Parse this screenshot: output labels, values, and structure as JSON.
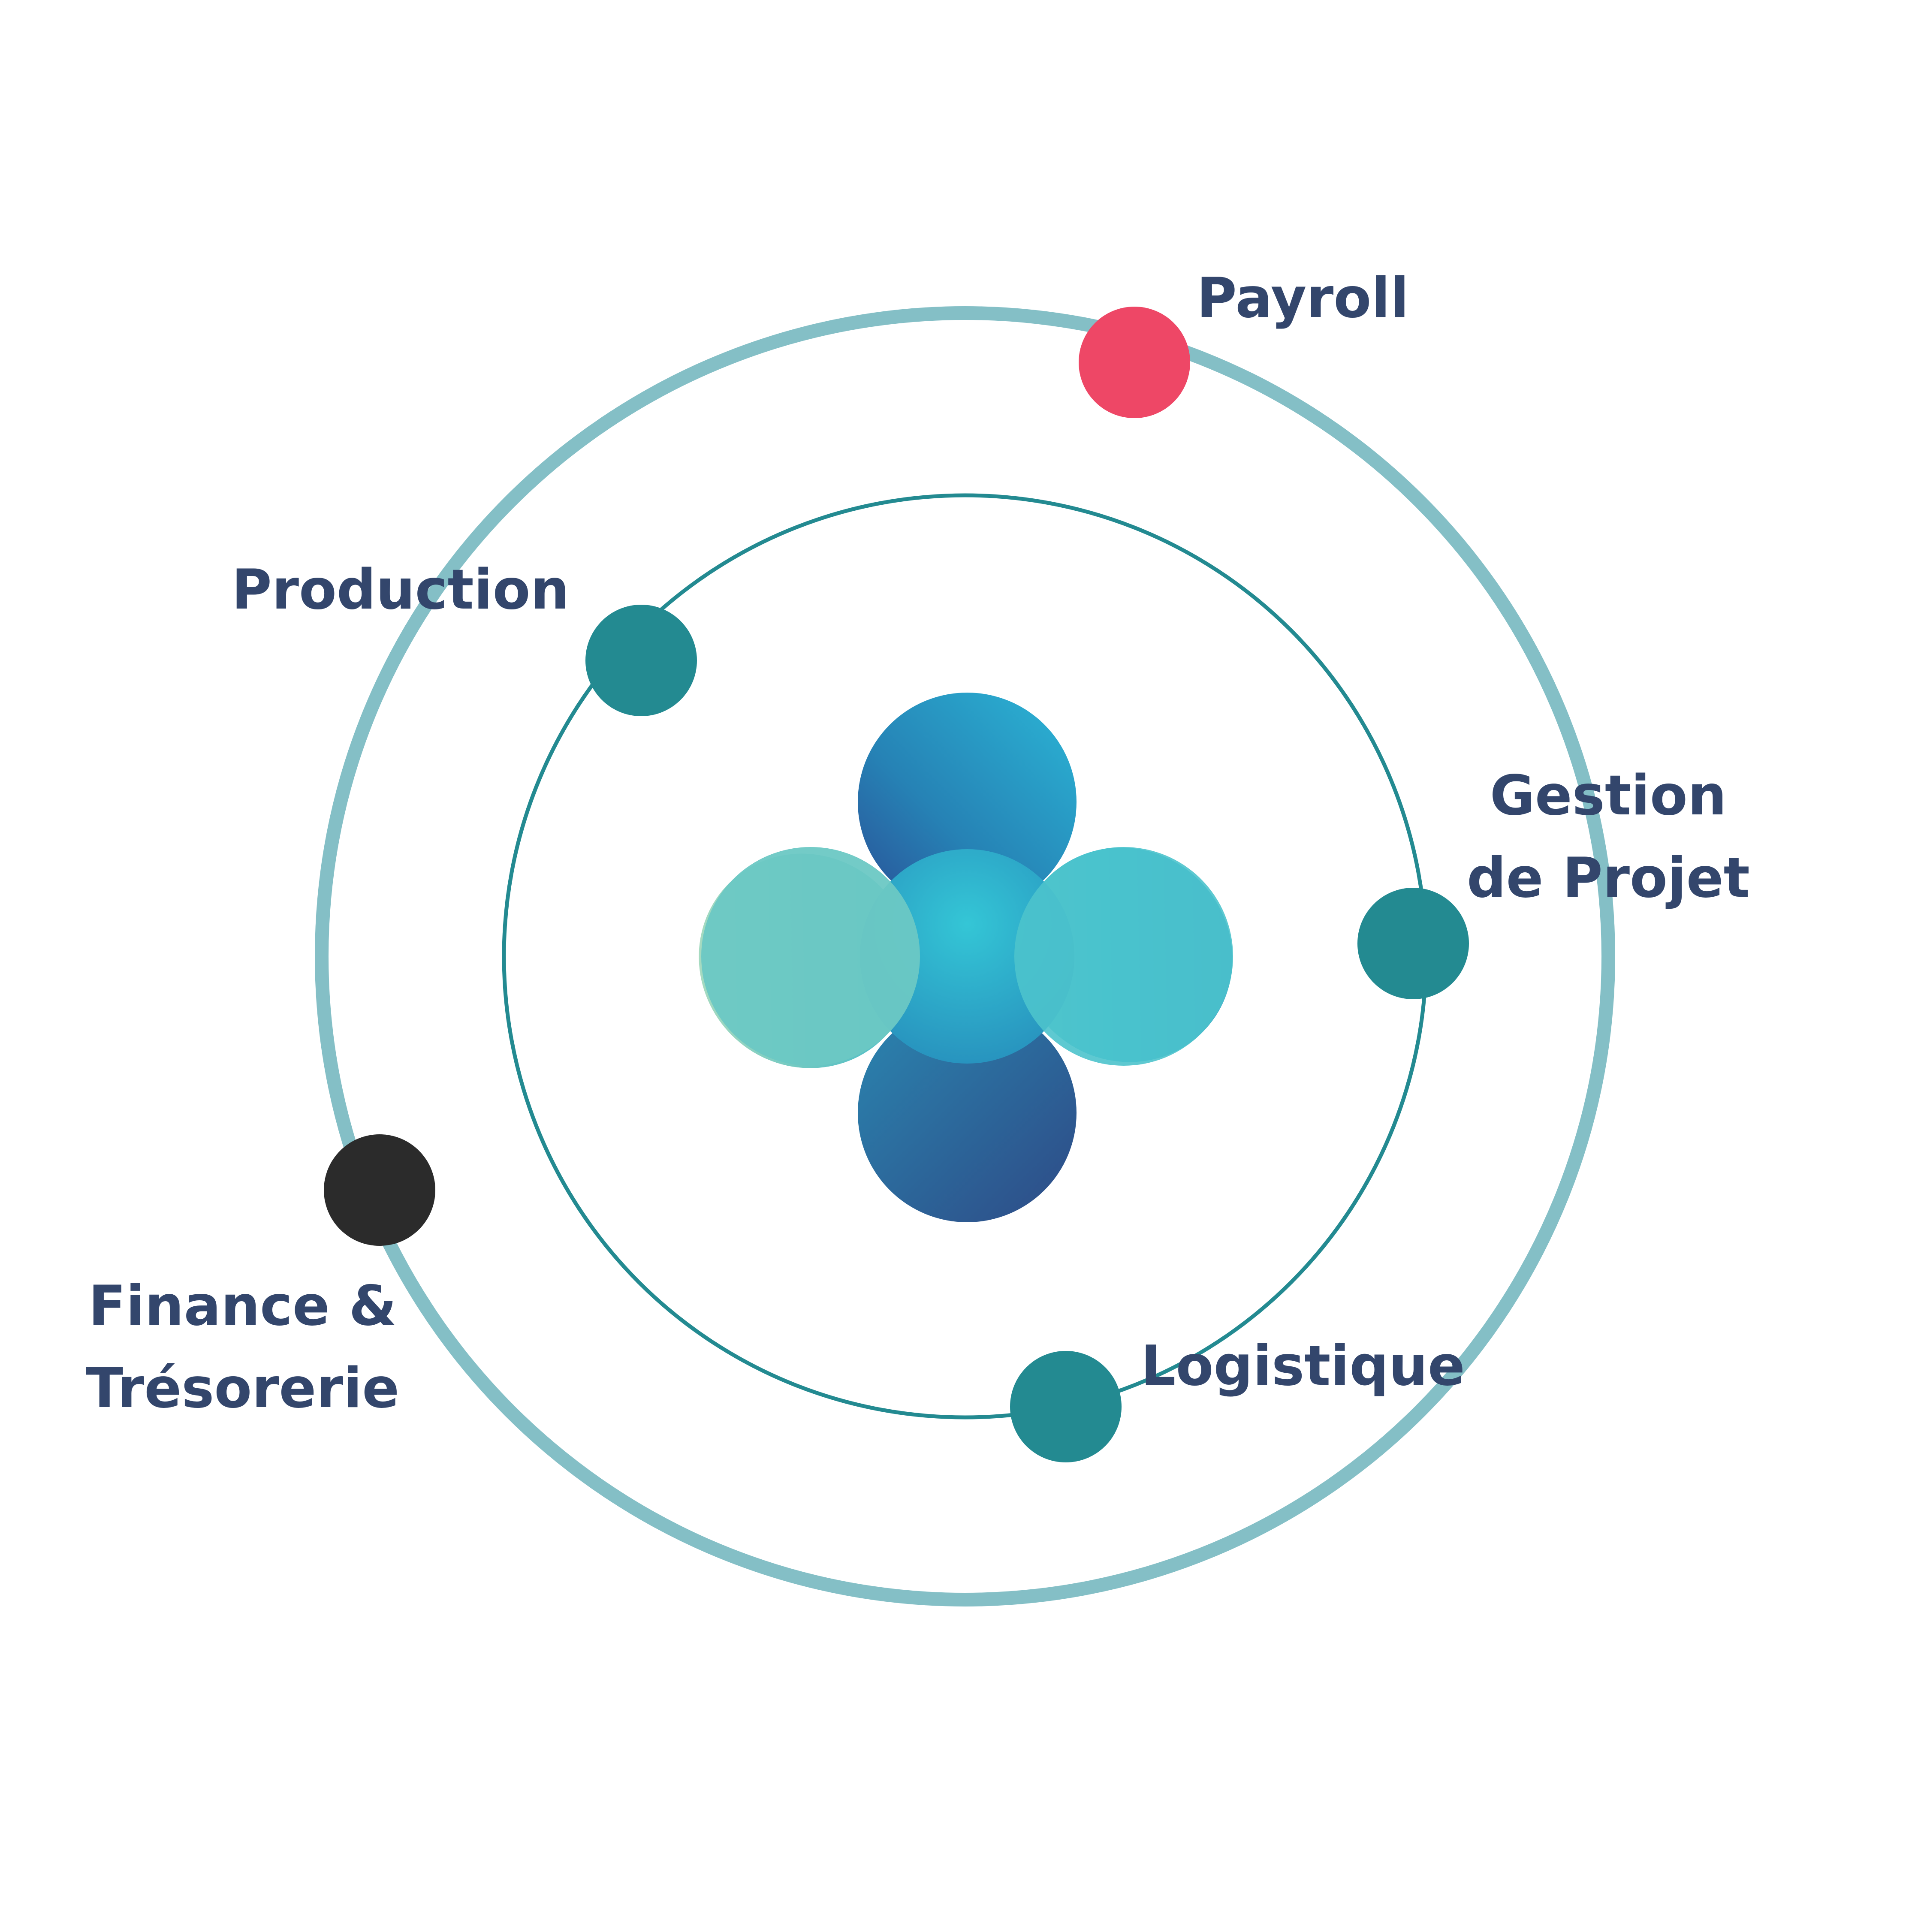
{
  "colors": {
    "outer_ring": "#84BFC6",
    "inner_ring": "#238A91",
    "node_teal": "#238A91",
    "node_pink": "#EE4766",
    "node_black": "#2B2B2B",
    "label_text": "#33466C"
  },
  "center": {
    "icon": "logo-icon"
  },
  "nodes": [
    {
      "id": "payroll",
      "ring": "outer",
      "color": "#EE4766",
      "lines": [
        "Payroll"
      ]
    },
    {
      "id": "production",
      "ring": "inner",
      "color": "#238A91",
      "lines": [
        "Production"
      ]
    },
    {
      "id": "gestion",
      "ring": "inner",
      "color": "#238A91",
      "lines": [
        "Gestion",
        "de Projet"
      ]
    },
    {
      "id": "logistique",
      "ring": "inner",
      "color": "#238A91",
      "lines": [
        "Logistique"
      ]
    },
    {
      "id": "finance",
      "ring": "outer",
      "color": "#2B2B2B",
      "lines": [
        "Finance &",
        "Trésorerie"
      ]
    }
  ]
}
